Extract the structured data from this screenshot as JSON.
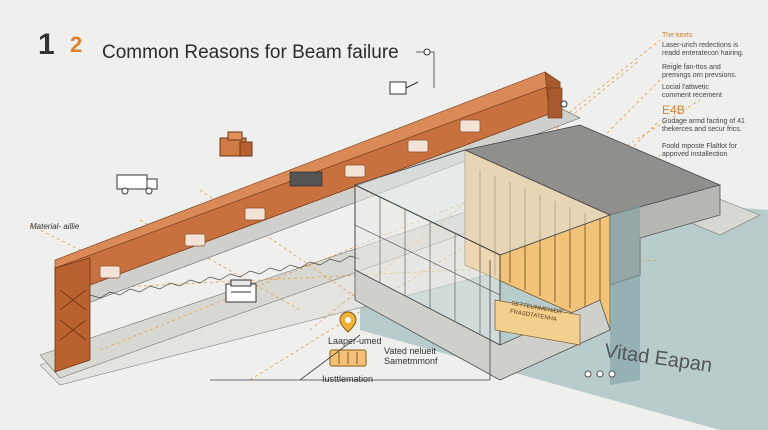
{
  "header": {
    "number_main": "1",
    "number_small": "2",
    "title": "Common Reasons for Beam failure"
  },
  "notes": {
    "n1_head": "The kexts",
    "n1_body": "Laser-urich redections is\nreadd enteratecon hairing.",
    "n2_body": "Reigle fan-ttos and\npremings orn prevsions.",
    "n3_body": "Locial l'attwetic\ncomment recement",
    "n4_head": "E4B",
    "n4_body": "Gudage armd facting of 41\nthekerces and secur frics.",
    "n5_body": "Foold mposte Flaltlot for\napprived installection"
  },
  "labels": {
    "material": "Material- aillie",
    "layer": "Laaper-umed",
    "vated": "Vated nelueit\nSametmmonf",
    "installation": "Iusttlemation",
    "vitad": "Vitad Eapan",
    "sign_text": "SETTEUNMENIDIF\nFRASDTATENHA"
  },
  "colors": {
    "beam": "#c9713e",
    "beam_dark": "#a85a2e",
    "accent": "#e8a33c",
    "panel": "#f2c47a",
    "floor": "#a9c2c4",
    "line": "#555555"
  },
  "icons": [
    "truck-icon",
    "machine-icon",
    "location-pin-icon",
    "battery-icon",
    "cart-icon"
  ]
}
